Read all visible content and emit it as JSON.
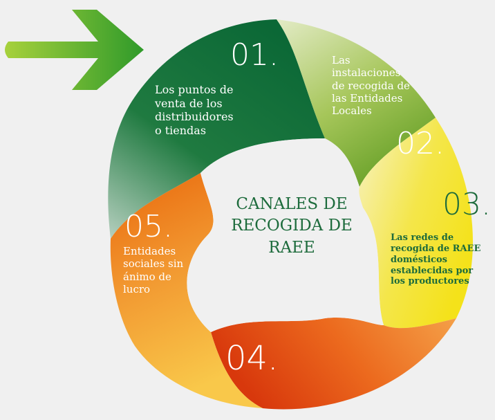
{
  "title": "CANALES DE\nRECOGIDA DE\nRAEE",
  "segments": [
    {
      "number": "01.",
      "text": "Los puntos de\nventa de los\ndistribuidores\no tiendas",
      "color_dark": "#0d6e3a",
      "color_light": "#2f8a3e"
    },
    {
      "number": "02.",
      "text": "Las\ninstalaciones\nde recogida de\nlas Entidades\nLocales",
      "color_dark": "#7aaa30",
      "color_light": "#d6e4a6"
    },
    {
      "number": "03.",
      "text": "Las redes de\nrecogida de RAEE\ndomésticos\nestablecidas por\nlos productores",
      "color_dark": "#f6df22",
      "color_light": "#fbf09a"
    },
    {
      "number": "04.",
      "text": "",
      "color_dark": "#d7420e",
      "color_light": "#f0893a"
    },
    {
      "number": "05.",
      "text": "Entidades\nsociales sin\nánimo de\nlucro",
      "color_dark": "#ea6a0c",
      "color_light": "#f8c040"
    }
  ],
  "colors": {
    "background": "#f0f0f0",
    "title": "#1d6b3c",
    "arrow_dark": "#3b9a25",
    "arrow_light": "#9ccb3a"
  },
  "icons": {
    "arrow": "right-arrow-icon"
  }
}
